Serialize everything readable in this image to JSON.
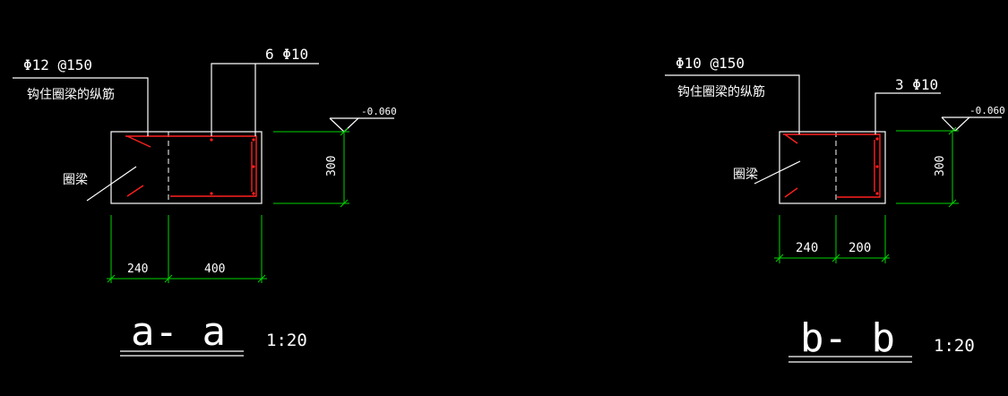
{
  "section_a": {
    "stirrup_label": "Φ12 @150",
    "tie_note": "钩住圈梁的纵筋",
    "rebar_label": "6 Φ10",
    "beam_label": "圈梁",
    "elev_label": "-0.060",
    "height_dim": "300",
    "width_left_dim": "240",
    "width_right_dim": "400",
    "title": "a- a",
    "scale": "1:20"
  },
  "section_b": {
    "stirrup_label": "Φ10 @150",
    "tie_note": "钩住圈梁的纵筋",
    "rebar_label": "3 Φ10",
    "beam_label": "圈梁",
    "elev_label": "-0.060",
    "height_dim": "300",
    "width_left_dim": "240",
    "width_right_dim": "200",
    "title": "b- b",
    "scale": "1:20"
  },
  "colors": {
    "background": "#000000",
    "outline": "#ffffff",
    "dimension": "#00d400",
    "rebar": "#ff2020"
  }
}
